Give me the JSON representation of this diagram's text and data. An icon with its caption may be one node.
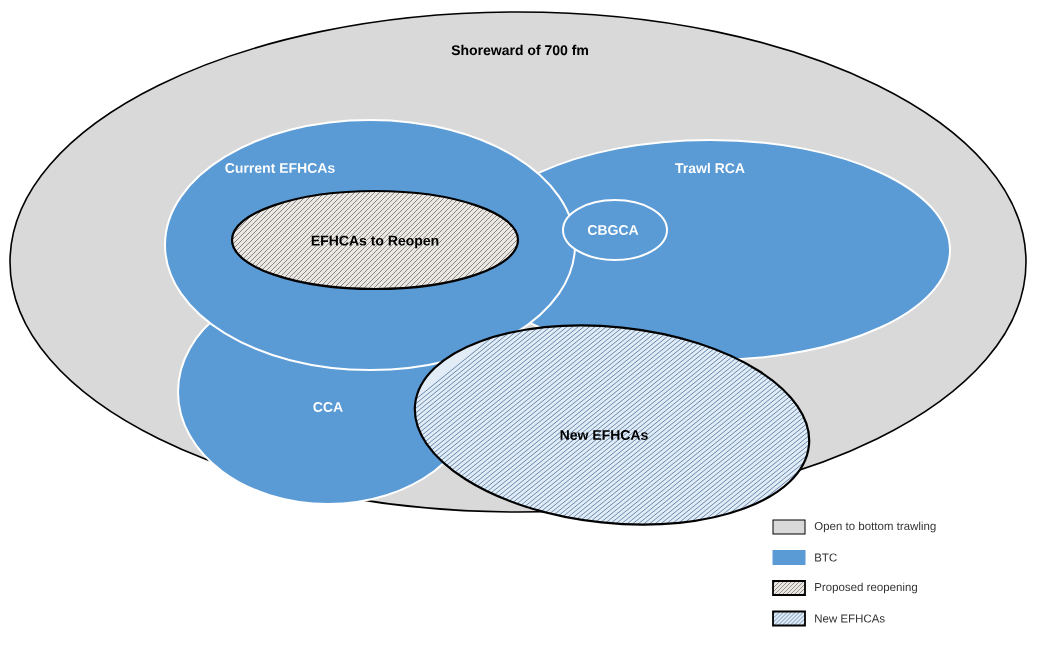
{
  "diagram": {
    "nodes": [
      {
        "text": [
          "Shoreward of 700 fm"
        ]
      },
      {
        "text": [
          "Current EFHCAs"
        ],
        "in": 0
      },
      {
        "text": [
          "EFHCAs to Reopen"
        ],
        "in": 1
      },
      {
        "text": [
          "Trawl RCA"
        ],
        "in": 0
      },
      {
        "text": [
          "CBGCA"
        ],
        "in": 3
      },
      {
        "text": [
          "CCA"
        ],
        "in": 0
      },
      {
        "text": [
          "New EFHCAs"
        ]
      }
    ],
    "legend": [
      {
        "text": "Open to bottom trawling",
        "color": "#d9d9d9"
      },
      {
        "text": "BTC",
        "color": "#5b9bd5"
      },
      {
        "text": "Proposed reopening"
      },
      {
        "text": "New EFHCAs"
      }
    ]
  }
}
